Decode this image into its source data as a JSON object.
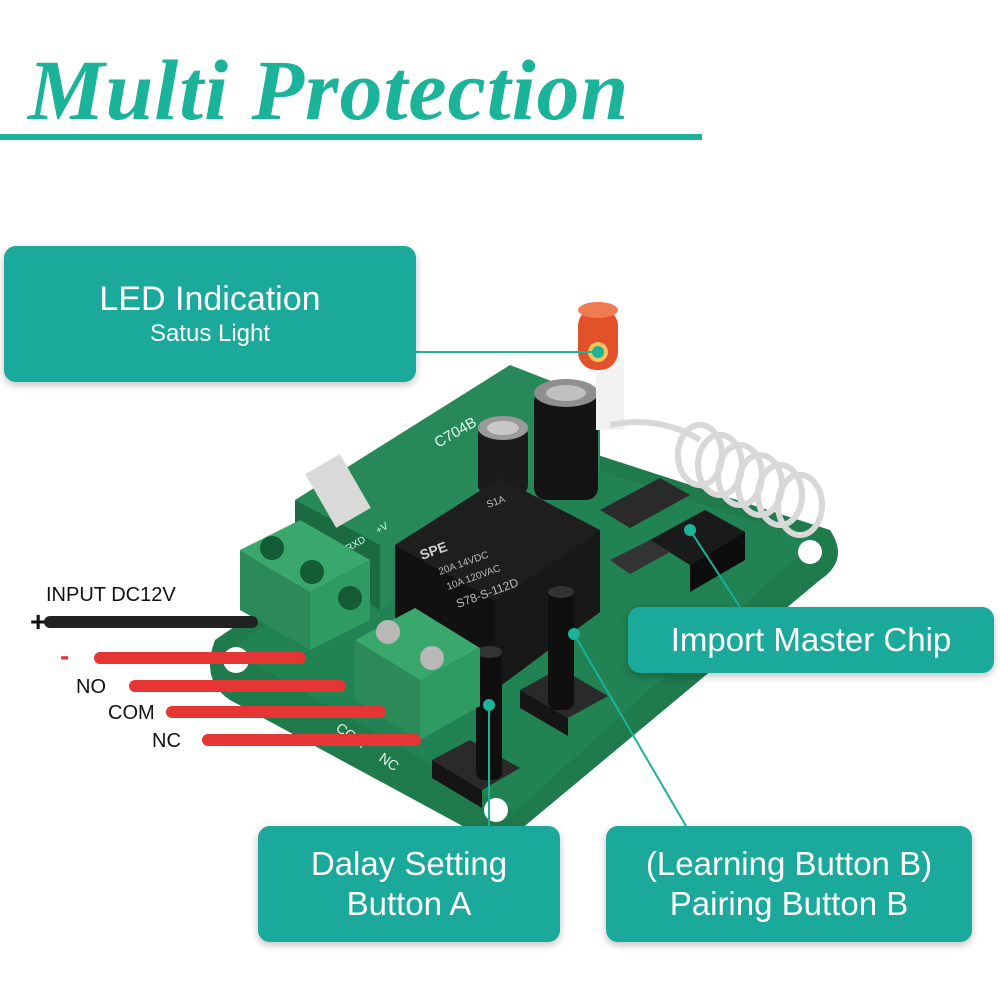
{
  "title": "Multi Protection",
  "colors": {
    "accent": "#1bb39a",
    "callout_bg": "#1aa99a",
    "board_green": "#1f7a4c",
    "terminal_green": "#2f9a62",
    "wire_red": "#e63535",
    "wire_black": "#222222"
  },
  "callouts": {
    "led": {
      "title": "LED Indication",
      "subtitle": "Satus Light"
    },
    "chip": {
      "title": "Import Master Chip"
    },
    "delay": {
      "line1": "Dalay Setting",
      "line2": "Button A"
    },
    "pairing": {
      "line1": "(Learning Button B)",
      "line2": "Pairing Button B"
    }
  },
  "wires": {
    "input": "INPUT DC12V",
    "plus": "+",
    "minus": "-",
    "no": "NO",
    "com": "COM",
    "nc": "NC"
  },
  "board": {
    "module_label": "C704B",
    "relay_brand": "SPE",
    "relay_rating_1": "20A   14VDC",
    "relay_rating_2": "10A   120VAC",
    "relay_model": "S78-S-112D",
    "relay_code": "S1A",
    "terminal_nc": "NC",
    "terminal_com": "COM",
    "pin_rxd": "RXD",
    "pin_v": "+V"
  }
}
